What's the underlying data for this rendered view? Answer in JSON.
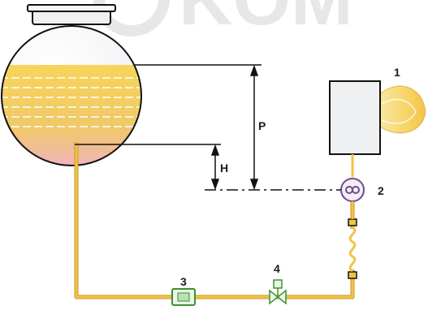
{
  "watermark": {
    "text": "KOM"
  },
  "labels": {
    "pressure": "P",
    "height": "H",
    "burner": "1",
    "pump": "2",
    "filter": "3",
    "valve": "4"
  },
  "colors": {
    "pipe": "#f2c24a",
    "pipe_edge": "#c99a1c",
    "oil_top": "#f6d55a",
    "oil_bottom": "#f2b8c6",
    "line": "#111111",
    "filter": "#7cc96b",
    "valve": "#9fd28d",
    "pump": "#b58fd0",
    "flame": "#f5c85a"
  }
}
